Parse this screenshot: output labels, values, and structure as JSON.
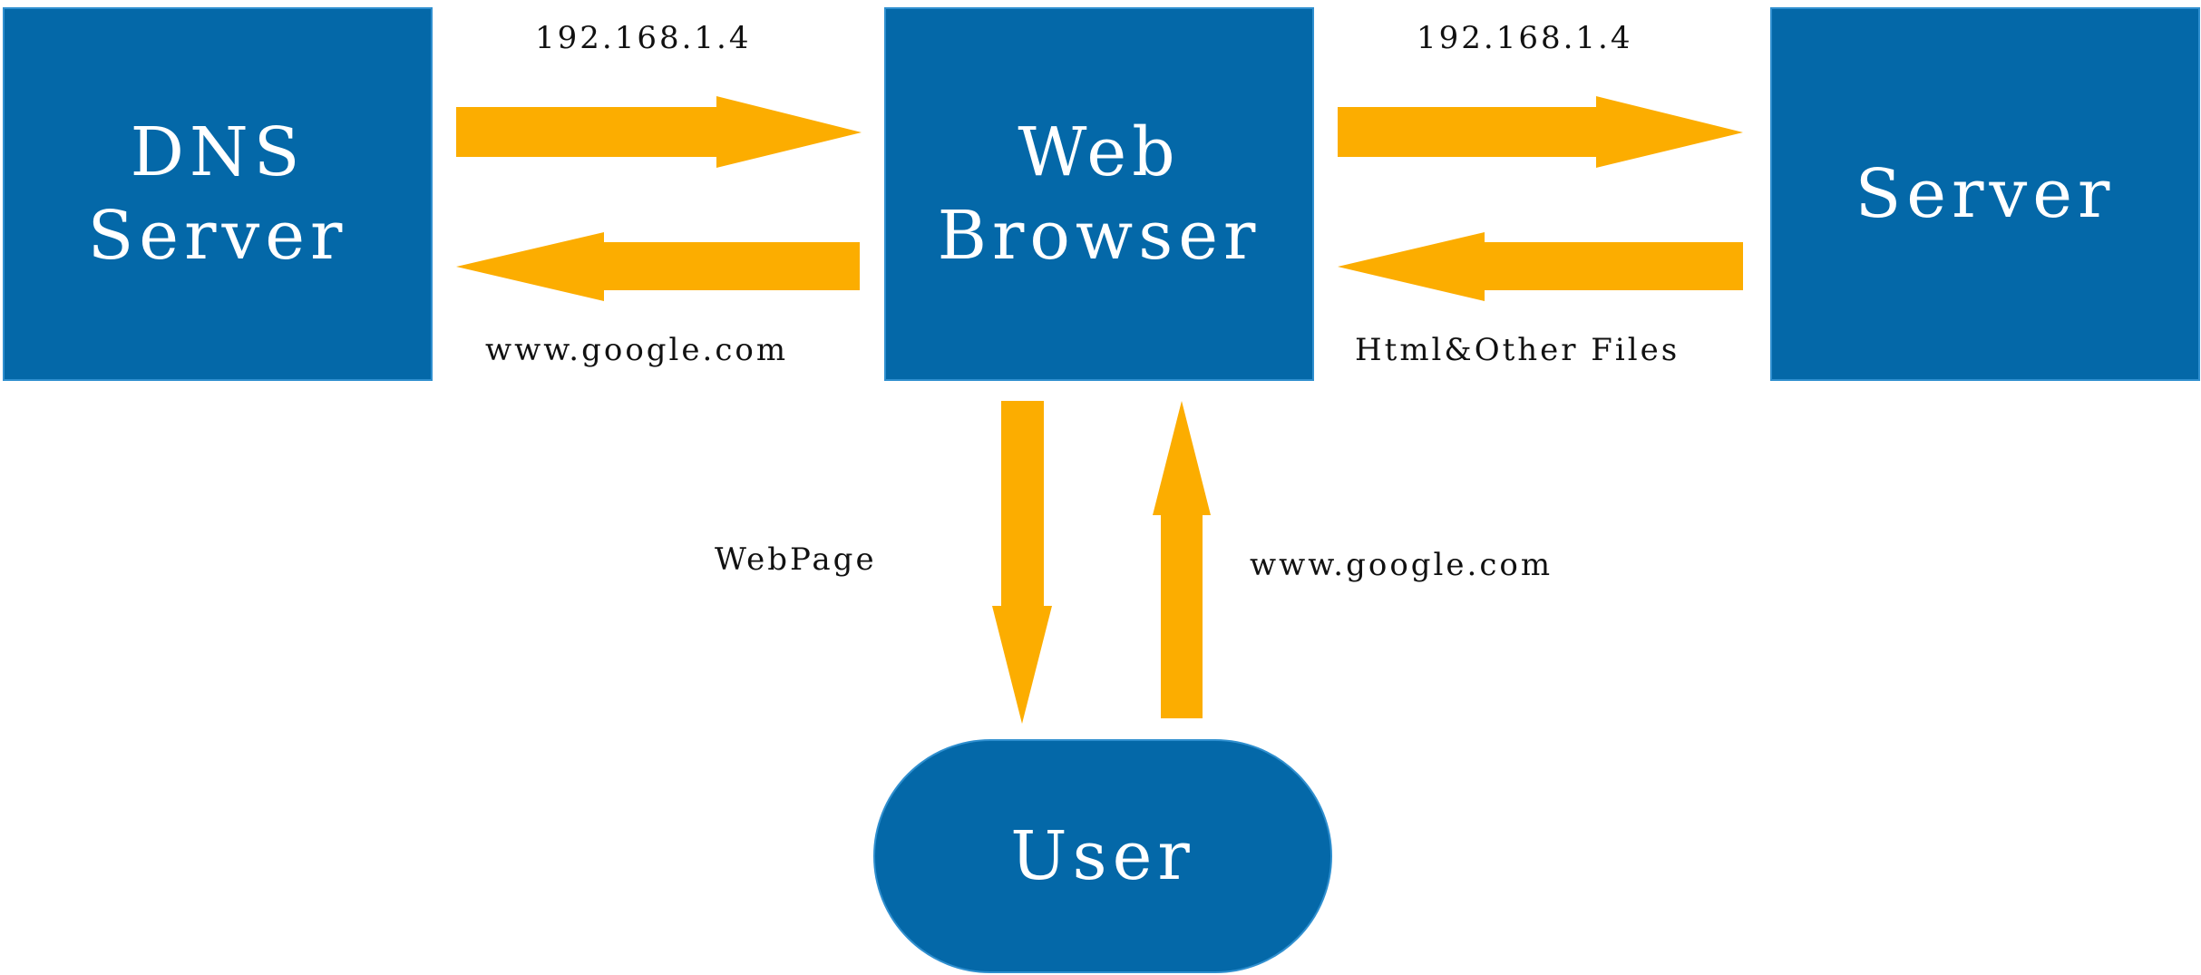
{
  "colors": {
    "box_fill": "#0468a8",
    "arrow": "#fcad00",
    "text_on_box": "#ffffff"
  },
  "nodes": {
    "dns": {
      "line1": "DNS",
      "line2": "Server"
    },
    "browser": {
      "line1": "Web",
      "line2": "Browser"
    },
    "server": {
      "label": "Server"
    },
    "user": {
      "label": "User"
    }
  },
  "edges": {
    "dns_to_browser": "192.168.1.4",
    "browser_to_dns": "www.google.com",
    "browser_to_server": "192.168.1.4",
    "server_to_browser": "Html&Other Files",
    "browser_to_user": "WebPage",
    "user_to_browser": "www.google.com"
  }
}
